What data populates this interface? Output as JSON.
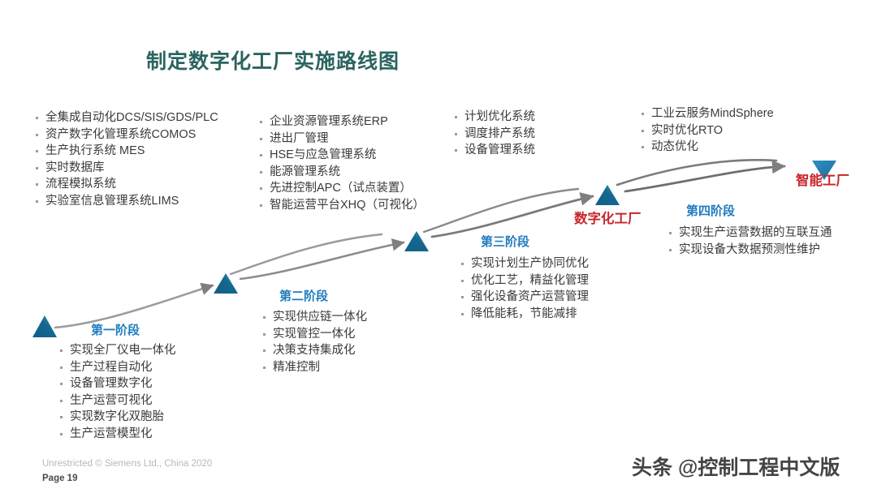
{
  "title": "制定数字化工厂实施路线图",
  "colors": {
    "title": "#2b6460",
    "stage_label": "#1f7bbf",
    "factory_label": "#c8262a",
    "marker": "#14678e",
    "marker_light": "#2e9bbd",
    "curve": "#7f7f7f",
    "bullet": "#9b9b9b",
    "body_text": "#3a3a3a"
  },
  "top_groups": [
    {
      "name": "group-one",
      "items": [
        "全集成自动化DCS/SIS/GDS/PLC",
        "资产数字化管理系统COMOS",
        "生产执行系统 MES",
        "实时数据库",
        "流程模拟系统",
        "实验室信息管理系统LIMS"
      ]
    },
    {
      "name": "group-two",
      "items": [
        "企业资源管理系统ERP",
        "进出厂管理",
        "HSE与应急管理系统",
        "能源管理系统",
        "先进控制APC（试点装置）",
        "智能运营平台XHQ（可视化）"
      ]
    },
    {
      "name": "group-three",
      "items": [
        "计划优化系统",
        "调度排产系统",
        "设备管理系统"
      ]
    },
    {
      "name": "group-four",
      "items": [
        "工业云服务MindSphere",
        "实时优化RTO",
        "动态优化"
      ]
    }
  ],
  "stages": [
    {
      "label": "第一阶段",
      "items": [
        "实现全厂仪电一体化",
        "生产过程自动化",
        "设备管理数字化",
        "生产运营可视化",
        "实现数字化双胞胎",
        "生产运营模型化"
      ]
    },
    {
      "label": "第二阶段",
      "items": [
        "实现供应链一体化",
        "实现管控一体化",
        "决策支持集成化",
        "精准控制"
      ]
    },
    {
      "label": "第三阶段",
      "items": [
        "实现计划生产协同优化",
        "优化工艺，精益化管理",
        "强化设备资产运营管理",
        "降低能耗，节能减排"
      ]
    },
    {
      "label": "第四阶段",
      "items": [
        "实现生产运营数据的互联互通",
        "实现设备大数据预测性维护"
      ]
    }
  ],
  "milestones": {
    "digital_factory": "数字化工厂",
    "smart_factory": "智能工厂"
  },
  "footer": {
    "copyright": "Unrestricted © Siemens Ltd., China 2020",
    "page": "Page 19"
  },
  "watermark": "头条 @控制工程中文版"
}
